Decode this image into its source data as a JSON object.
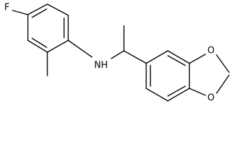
{
  "labels": {
    "fluorine": "F",
    "amine": "NH",
    "ring_oxygen_upper": "O",
    "ring_oxygen_lower": "O"
  }
}
